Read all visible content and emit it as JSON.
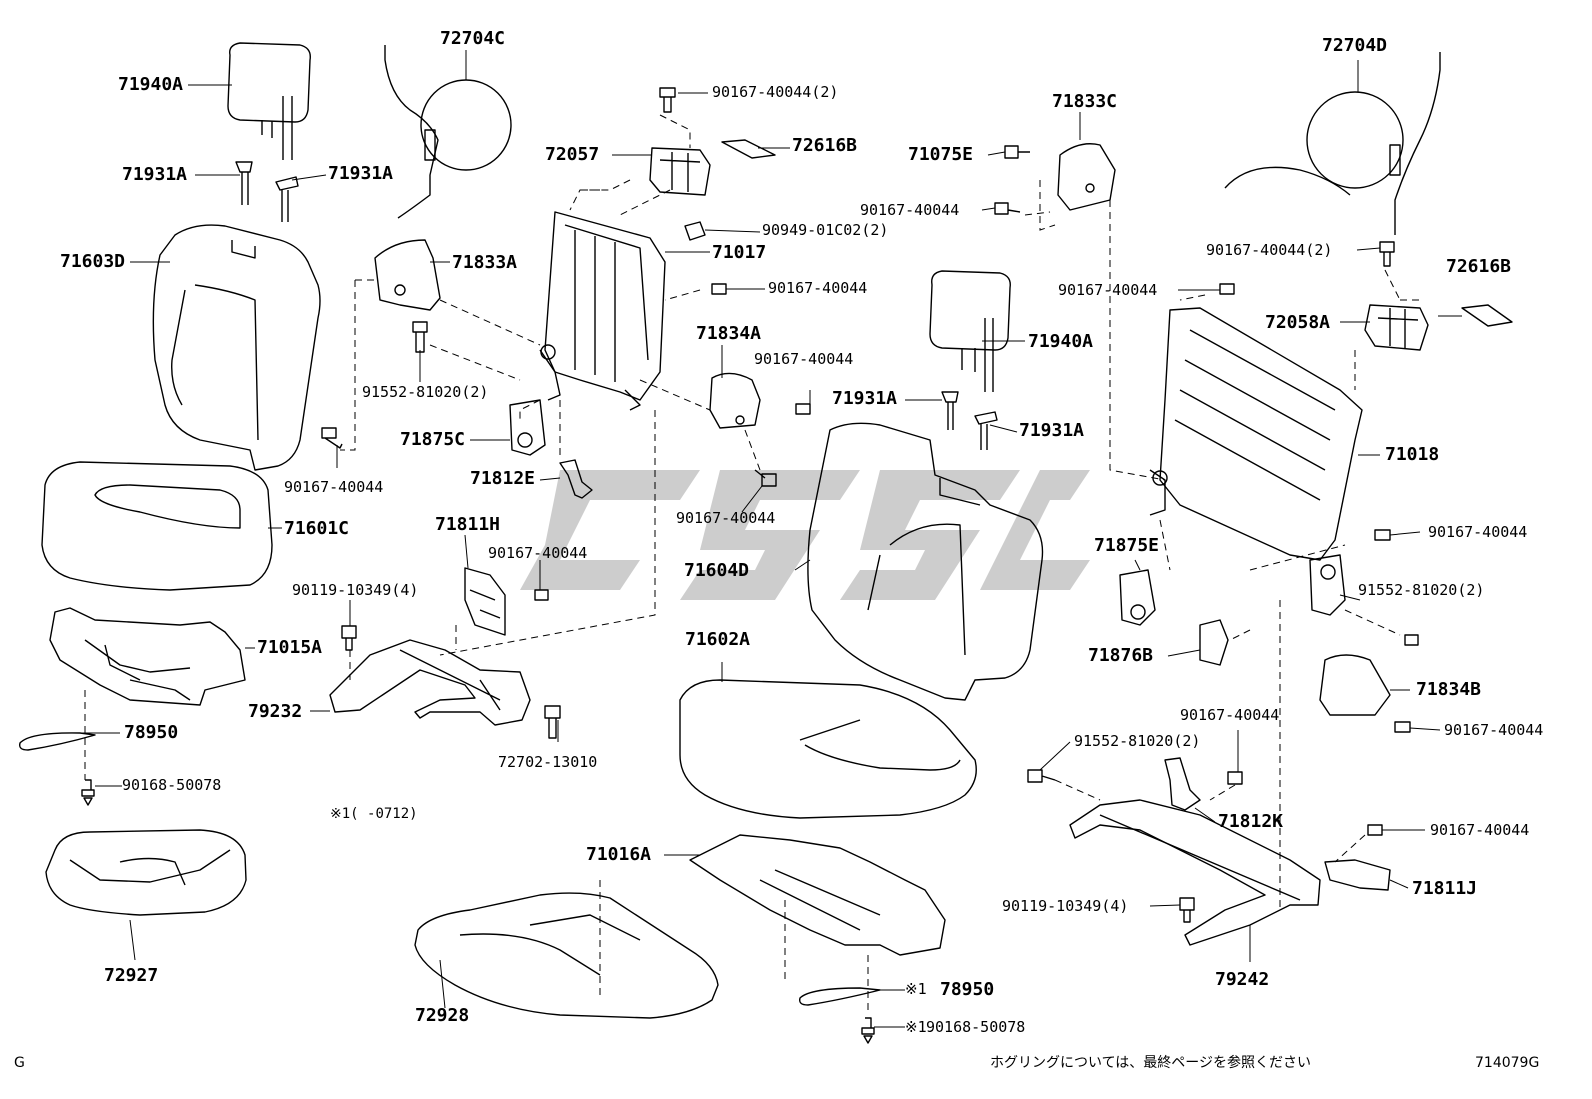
{
  "diagram": {
    "figure_id": "714079G",
    "corner_mark": "G",
    "footnote_jp": "ホグリングについては、最終ページを参照ください",
    "note_ref": "※1(    -0712)",
    "watermark": "logo",
    "part_labels": {
      "p71940A_l": "71940A",
      "p72704C": "72704C",
      "p71931A_l1": "71931A",
      "p71931A_l2": "71931A",
      "p71603D": "71603D",
      "p90167_l1": "90167-40044",
      "p71601C": "71601C",
      "p71015A": "71015A",
      "p78950_l": "78950",
      "p90168_l": "90168-50078",
      "p72927": "72927",
      "p90119_l": "90119-10349(4)",
      "p79232": "79232",
      "p71833A": "71833A",
      "p91552_l": "91552-81020(2)",
      "p71875C": "71875C",
      "p71812E": "71812E",
      "p71811H": "71811H",
      "p90167_m1": "90167-40044",
      "p72702": "72702-13010",
      "p90167_top": "90167-40044(2)",
      "p72057": "72057",
      "p72616B_l": "72616B",
      "p90949": "90949-01C02(2)",
      "p71017": "71017",
      "p90167_m2": "90167-40044",
      "p71834A": "71834A",
      "p90167_m3": "90167-40044",
      "p90167_m4": "90167-40044",
      "p71016A": "71016A",
      "p72928": "72928",
      "p78950_c": "78950",
      "p78950_mark": "※1",
      "p90168_c": "90168-50078",
      "p90168_mark": "※1",
      "p71604D": "71604D",
      "p71602A": "71602A",
      "p71940A_c": "71940A",
      "p71931A_c1": "71931A",
      "p71931A_c2": "71931A",
      "p71833C": "71833C",
      "p71075E": "71075E",
      "p90167_r1": "90167-40044",
      "p90167_r2": "90167-40044",
      "p72704D": "72704D",
      "p90167_r3": "90167-40044(2)",
      "p72616B_r": "72616B",
      "p72058A": "72058A",
      "p71018": "71018",
      "p90167_r4": "90167-40044",
      "p71875E": "71875E",
      "p91552_r": "91552-81020(2)",
      "p71876B": "71876B",
      "p71834B": "71834B",
      "p90167_r5": "90167-40044",
      "p90167_r6": "90167-40044",
      "p91552_r2": "91552-81020(2)",
      "p71812K": "71812K",
      "p90167_r7": "90167-40044",
      "p71811J": "71811J",
      "p90119_r": "90119-10349(4)",
      "p79242": "79242"
    }
  }
}
